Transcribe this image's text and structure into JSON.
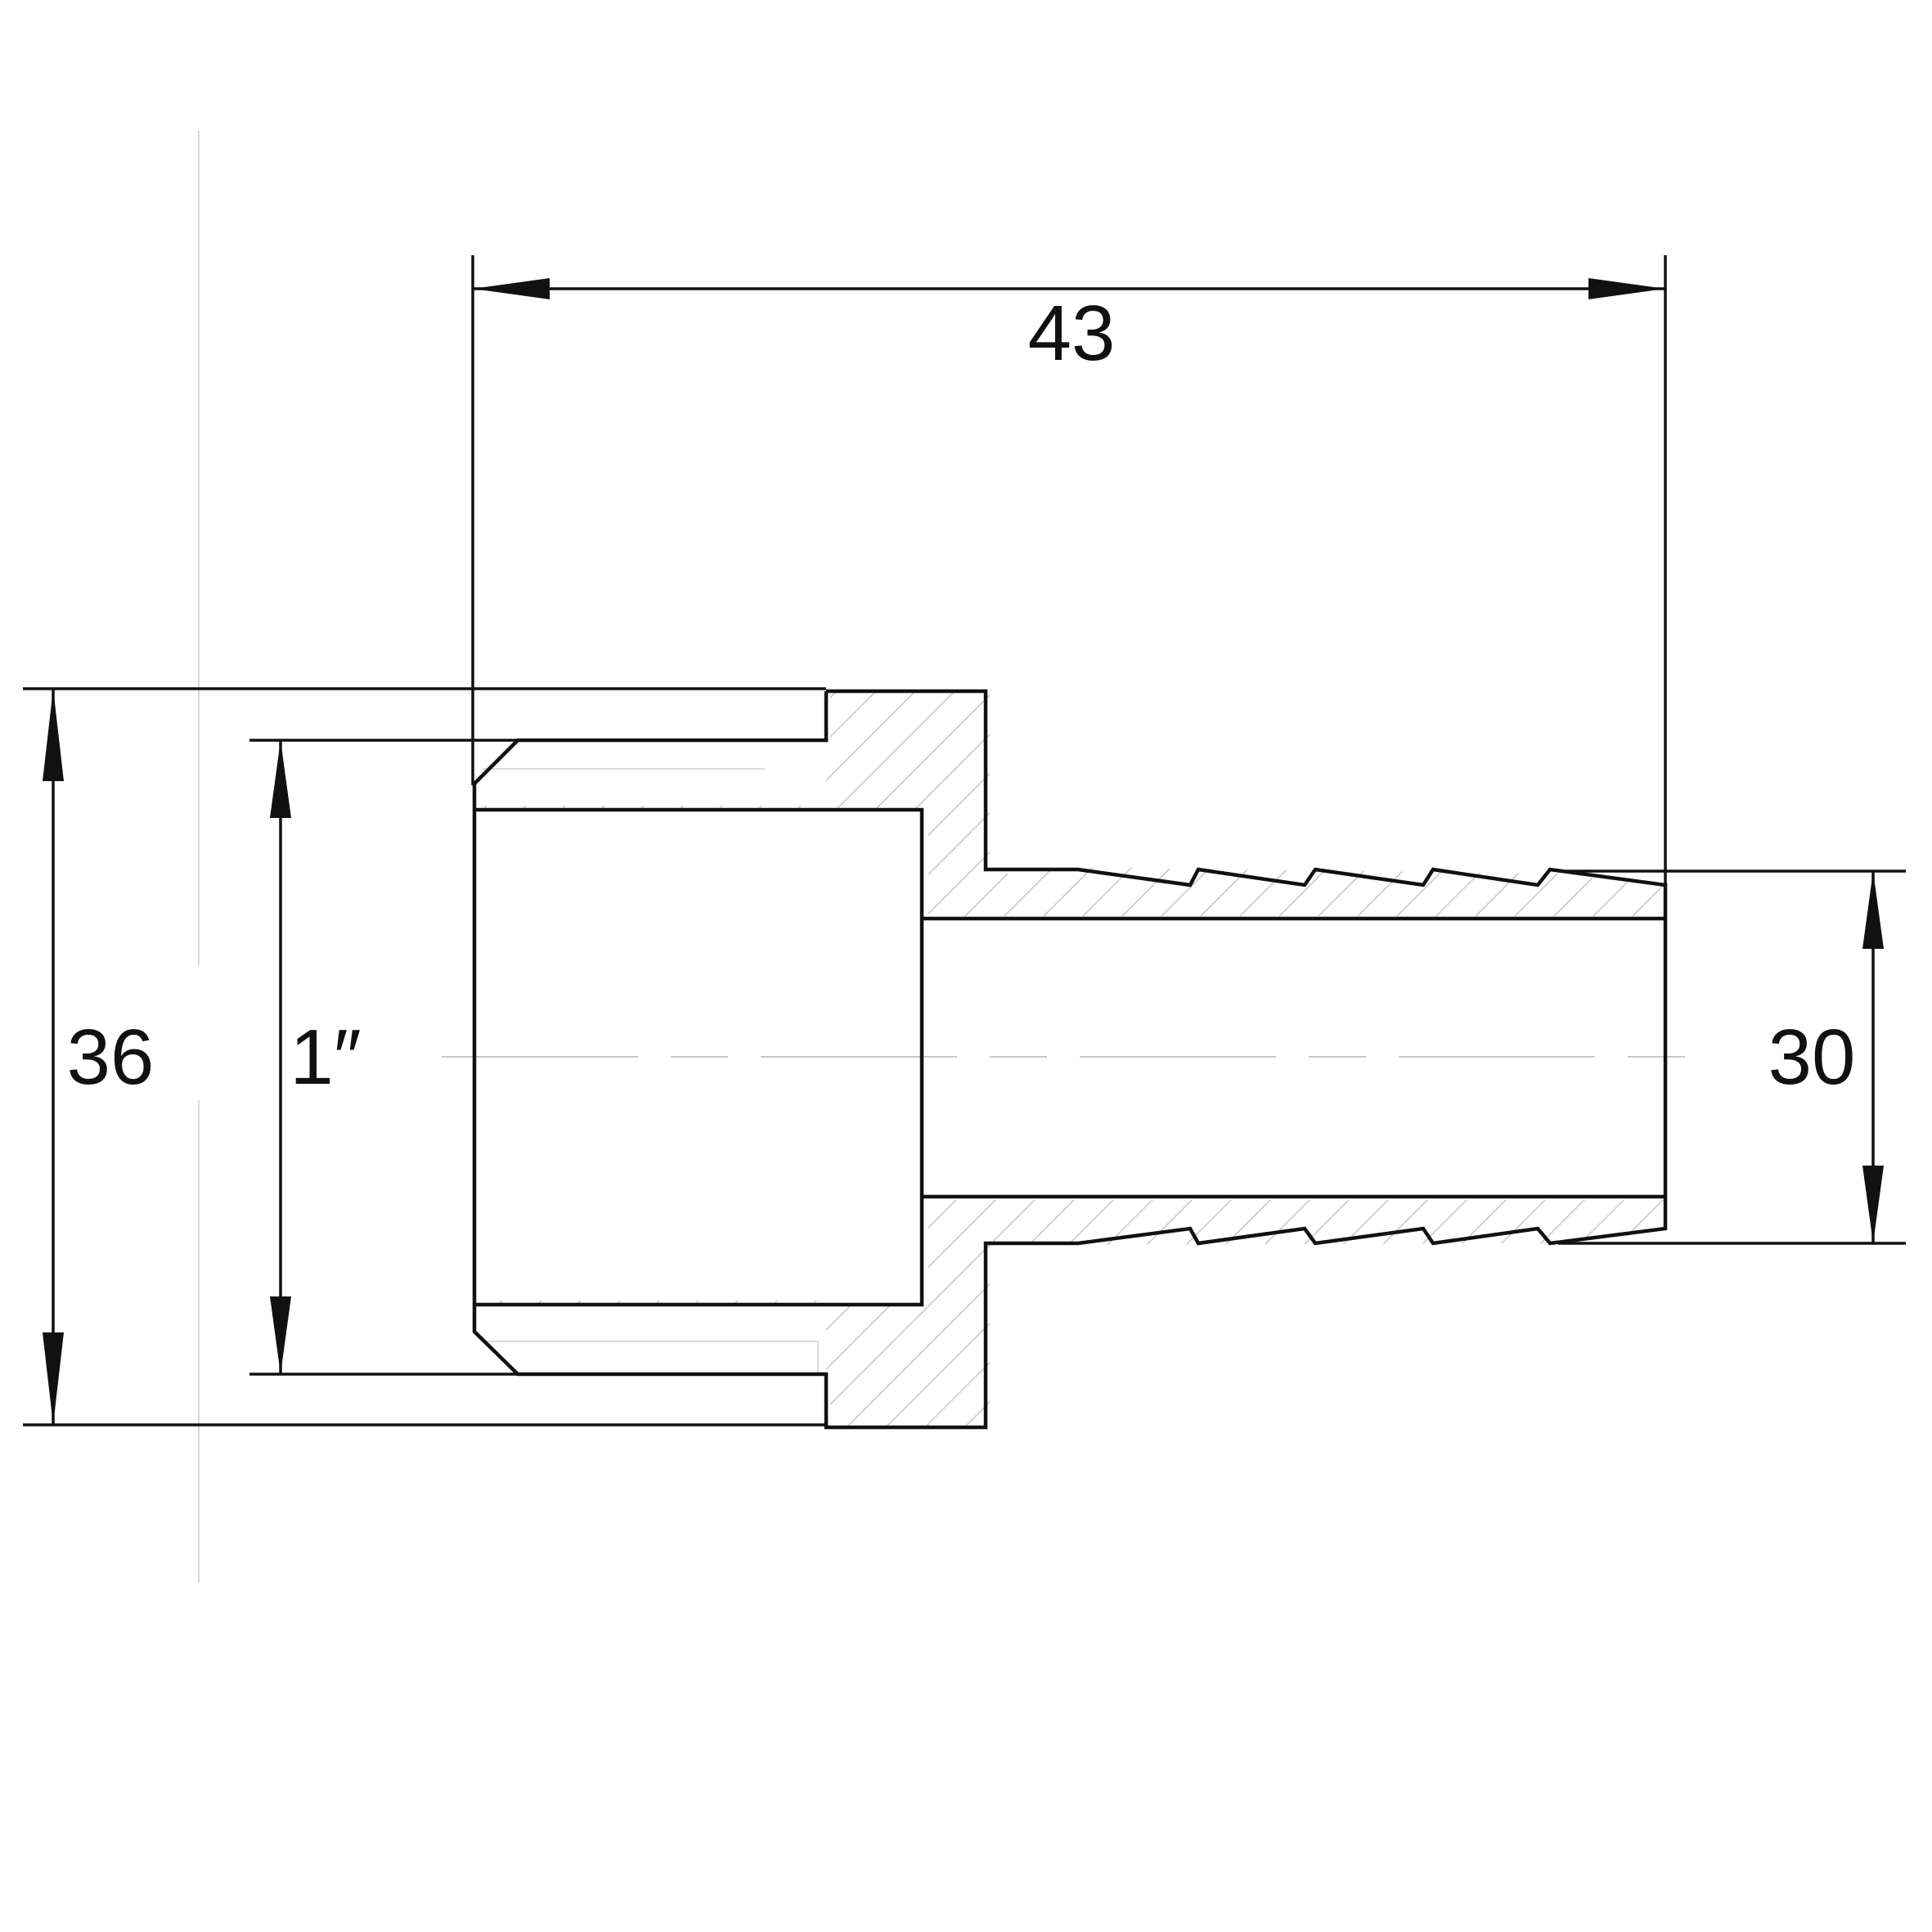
{
  "drawing": {
    "dimensions": {
      "overall_length": "43",
      "outer_diameter": "36",
      "thread_size": "1″",
      "hose_barb_diameter": "30"
    }
  }
}
